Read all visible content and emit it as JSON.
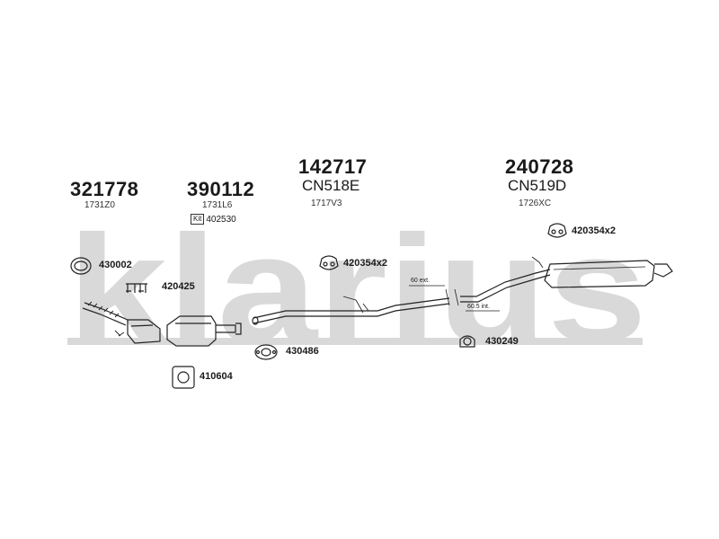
{
  "watermark": "klarius",
  "parts": [
    {
      "number": "321778",
      "oem": "1731Z0"
    },
    {
      "number": "390112",
      "oem": "1731L6",
      "kit_label": "Kit",
      "kit_number": "402530"
    },
    {
      "number": "142717",
      "code": "CN518E",
      "oem": "1717V3"
    },
    {
      "number": "240728",
      "code": "CN519D",
      "oem": "1726XC"
    }
  ],
  "accessories": [
    {
      "label": "430002"
    },
    {
      "label": "420425"
    },
    {
      "label": "420354x2"
    },
    {
      "label": "420354x2"
    },
    {
      "label": "430486"
    },
    {
      "label": "430249"
    },
    {
      "label": "410604"
    }
  ],
  "dimensions": {
    "ext": "60 ext.",
    "int": "60.5 int."
  }
}
